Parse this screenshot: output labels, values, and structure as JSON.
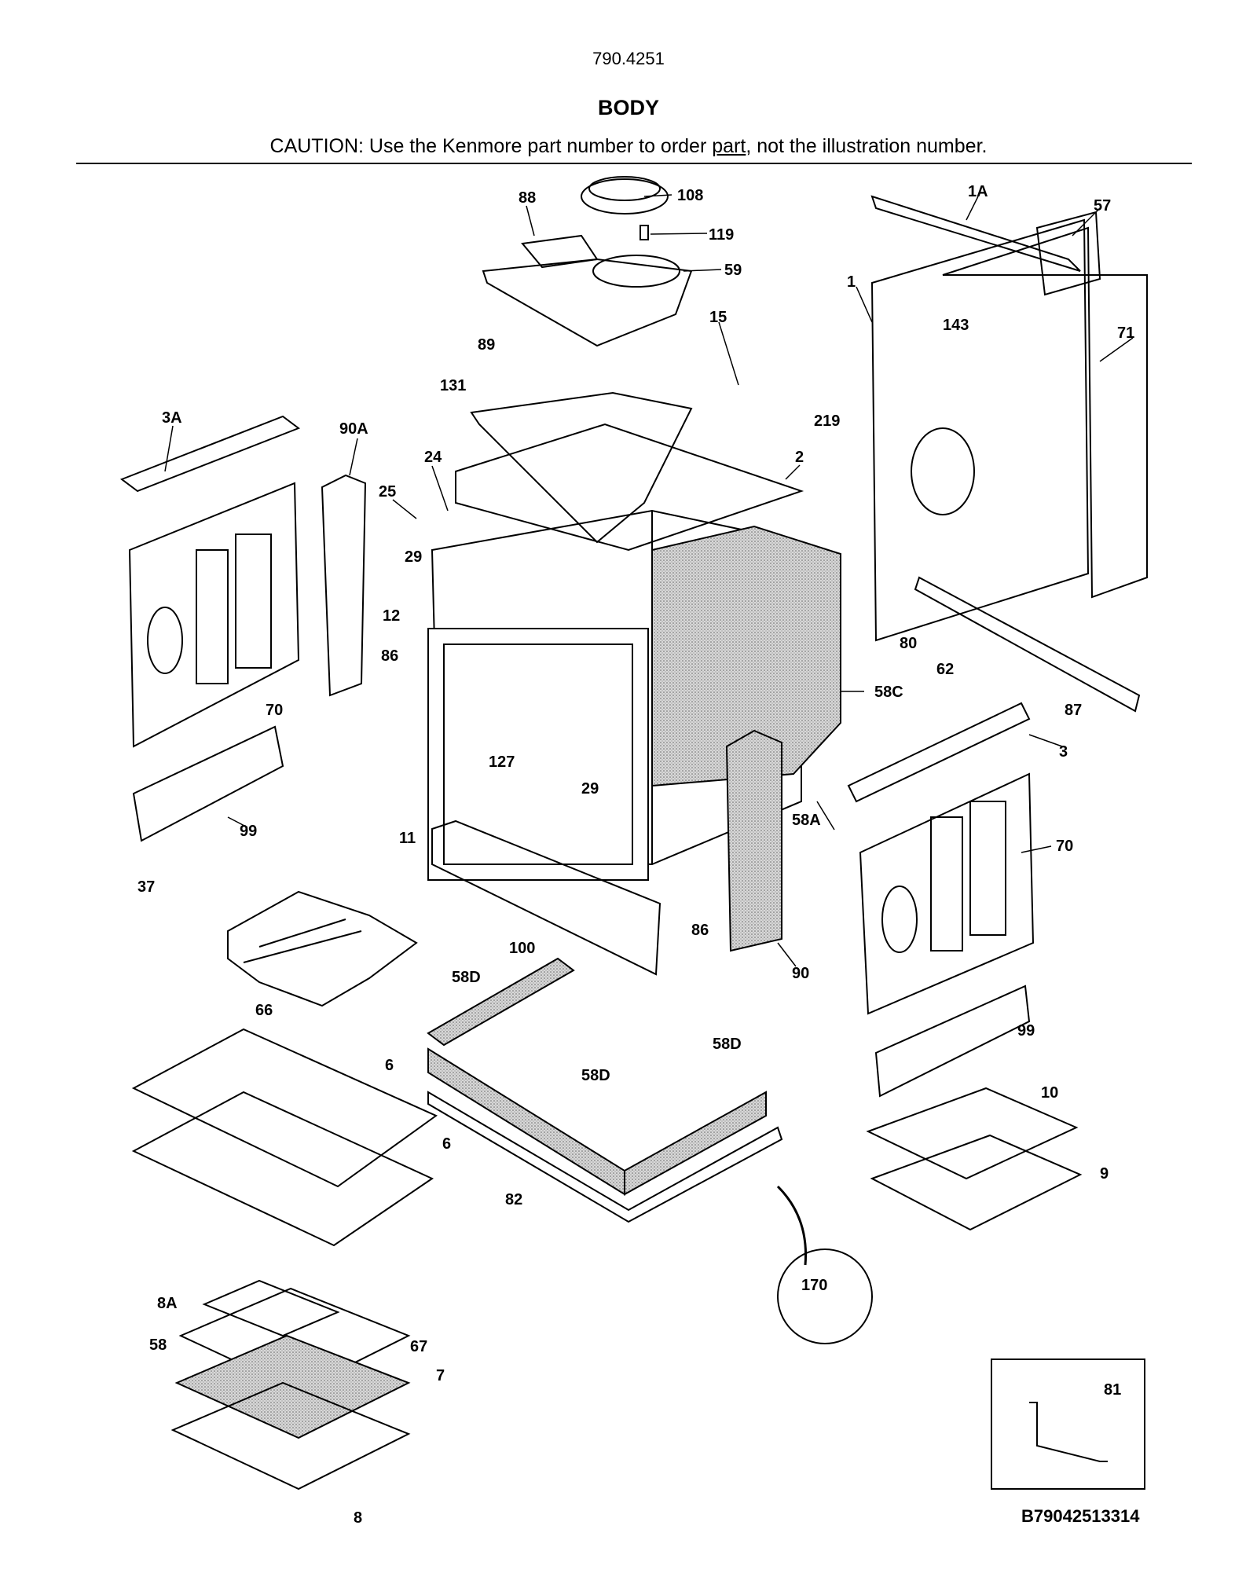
{
  "header": {
    "model": "790.4251",
    "title": "BODY",
    "caution_prefix": "CAUTION: Use the Kenmore part number to order ",
    "caution_link": "part",
    "caution_suffix": ", not the illustration number."
  },
  "footer": {
    "diagram_code": "B79042513314"
  },
  "callouts": [
    "88",
    "108",
    "119",
    "59",
    "1A",
    "57",
    "1",
    "143",
    "71",
    "15",
    "89",
    "131",
    "219",
    "2",
    "3A",
    "90A",
    "24",
    "25",
    "29",
    "12",
    "86",
    "80",
    "62",
    "87",
    "58C",
    "3",
    "127",
    "29",
    "11",
    "58A",
    "70",
    "70",
    "99",
    "37",
    "100",
    "86",
    "90",
    "66",
    "58D",
    "58D",
    "58D",
    "99",
    "6",
    "6",
    "82",
    "10",
    "9",
    "170",
    "8A",
    "58",
    "67",
    "7",
    "8",
    "81"
  ]
}
